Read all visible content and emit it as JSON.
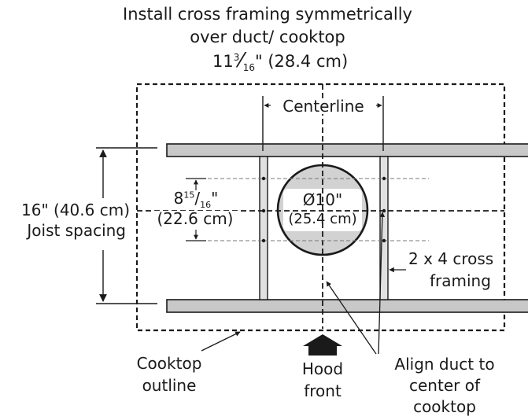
{
  "title": {
    "line1": "Install cross framing symmetrically",
    "line2": "over duct/ cooktop",
    "dim_whole": "11",
    "dim_num": "3",
    "dim_slash": "⁄",
    "dim_den": "16",
    "dim_rest": "\" (28.4 cm)"
  },
  "centerline": "Centerline",
  "joist": {
    "line1": "16\" (40.6 cm)",
    "line2": "Joist spacing"
  },
  "duct_spacing": {
    "whole": "8",
    "num": "15",
    "den": "16",
    "inch": "\"",
    "metric": "(22.6 cm)"
  },
  "duct": {
    "line1": "Ø10\"",
    "line2": "(25.4 cm)"
  },
  "cross_framing": {
    "line1": "2 x 4 cross",
    "line2": "framing"
  },
  "cooktop": {
    "line1": "Cooktop",
    "line2": "outline"
  },
  "hood": {
    "line1": "Hood",
    "line2": "front"
  },
  "align": {
    "line1": "Align duct to",
    "line2": "center of",
    "line3": "cooktop"
  },
  "colors": {
    "joist_fill": "#c8c8c8",
    "duct_fill": "#d2d2d2",
    "line": "#1a1a1a",
    "background": "#ffffff"
  }
}
